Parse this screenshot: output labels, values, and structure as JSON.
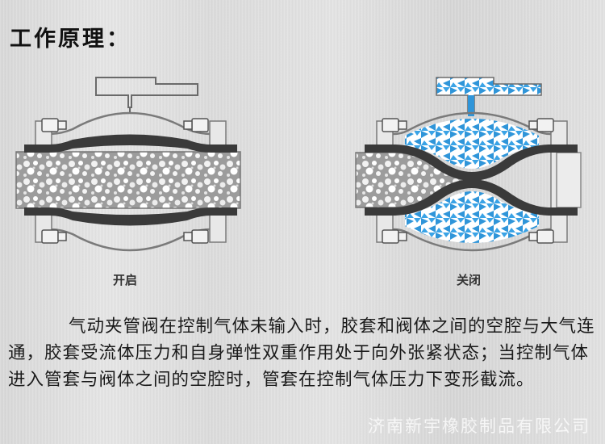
{
  "title": "工作原理：",
  "states": {
    "open": "开启",
    "closed": "关闭"
  },
  "description": "气动夹管阀在控制气体未输入时，胶套和阀体之间的空腔与大气连通，胶套受流体压力和自身弹性双重作用处于向外张紧状态；当控制气体进入管套与阀体之间的空腔时，管套在控制气体压力下变形截流。",
  "watermark": "济南新宇橡胶制品有限公司",
  "colors": {
    "liner": "#3a3a3a",
    "air": "#2f95d9",
    "body": "#9a9a9a"
  }
}
